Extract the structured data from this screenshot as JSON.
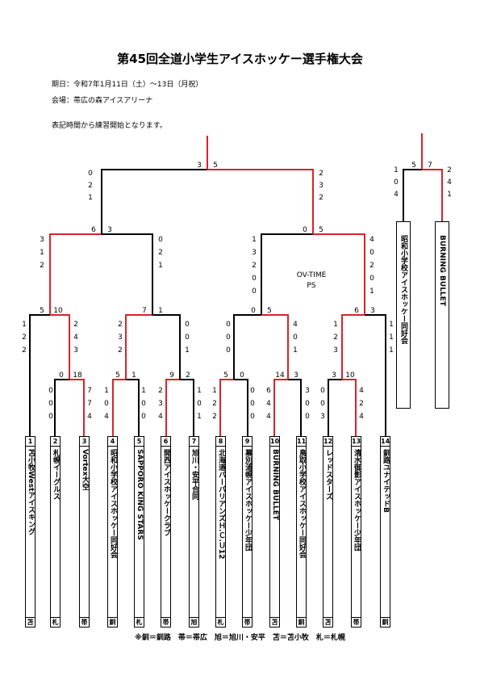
{
  "title": "第45回全道小学生アイスホッケー選手権大会",
  "dates": "期日：令和7年1月11日（土）～13日（月祝）",
  "venue": "会場：帯広の森アイスアリーナ",
  "note": "表記時間から練習開始となります。",
  "footnote": "※釧＝釧路　帯＝帯広　旭＝旭川・安平　苫＝苫小牧　札＝札幌",
  "overtime": "OV-TIME",
  "ps": "PS",
  "colors": {
    "winner_line": "#d6242a",
    "loser_line": "#000000"
  },
  "teams": [
    {
      "num": "1",
      "name": "苫小牧Westアイスキング",
      "reg": "苫"
    },
    {
      "num": "2",
      "name": "札幌イーグルス",
      "reg": "札"
    },
    {
      "num": "3",
      "name": "Vortex大空",
      "reg": "帯"
    },
    {
      "num": "4",
      "name": "昭和小学校アイスホッケー同好会",
      "reg": "釧"
    },
    {
      "num": "5",
      "name": "SAPPORO KING STARS",
      "reg": "札"
    },
    {
      "num": "6",
      "name": "開西アイスホッケークラブ",
      "reg": "帯"
    },
    {
      "num": "7",
      "name": "旭川・安平合同",
      "reg": "旭"
    },
    {
      "num": "8",
      "name": "北海道バーバリアンズＨ.Ｃ.Ｕ12",
      "reg": "札"
    },
    {
      "num": "9",
      "name": "幕別浦幌アイスホッケー少年団",
      "reg": "帯"
    },
    {
      "num": "10",
      "name": "BURNING BULLET",
      "reg": "苫"
    },
    {
      "num": "11",
      "name": "鳥取小学校アイスホッケー同好会",
      "reg": "釧"
    },
    {
      "num": "12",
      "name": "レッドスターズ",
      "reg": "苫"
    },
    {
      "num": "13",
      "name": "清水御影アイスホッケー少年団",
      "reg": "帯"
    },
    {
      "num": "14",
      "name": "釧路ユナイテッドB",
      "reg": "釧"
    }
  ],
  "extra_match": {
    "team_left": "昭和小学校アイスホッケー同好会",
    "team_right": "BURNING BULLET"
  },
  "scores": {
    "r1_m1_left": "0",
    "r1_m1_right": "18",
    "r1_m1_left_periods": [
      "0",
      "0",
      "0"
    ],
    "r1_m1_right_periods": [
      "7",
      "7",
      "4"
    ],
    "r1_m2_left": "5",
    "r1_m2_right": "1",
    "r1_m2_left_periods": [
      "1",
      "0",
      "4"
    ],
    "r1_m2_right_periods": [
      "1",
      "0",
      "0"
    ],
    "r1_m3_left": "9",
    "r1_m3_right": "2",
    "r1_m3_left_periods": [
      "2",
      "3",
      "4"
    ],
    "r1_m3_right_periods": [
      "1",
      "0",
      "1"
    ],
    "r1_m4_left": "5",
    "r1_m4_right": "0",
    "r1_m4_left_periods": [
      "1",
      "2",
      "2"
    ],
    "r1_m4_right_periods": [
      "0",
      "0",
      "0"
    ],
    "r1_m5_left": "14",
    "r1_m5_right": "3",
    "r1_m5_left_periods": [
      "6",
      "4",
      "4"
    ],
    "r1_m5_right_periods": [
      "3",
      "0",
      "0"
    ],
    "r1_m6_left": "3",
    "r1_m6_right": "10",
    "r1_m6_left_periods": [
      "0",
      "0",
      "3"
    ],
    "r1_m6_right_periods": [
      "4",
      "2",
      "4"
    ],
    "qf_m1_left": "5",
    "qf_m1_right": "10",
    "qf_m1_left_periods": [
      "1",
      "2",
      "2"
    ],
    "qf_m1_right_periods": [
      "2",
      "4",
      "3"
    ],
    "qf_m2_left": "7",
    "qf_m2_right": "1",
    "qf_m2_left_periods": [
      "2",
      "3",
      "2"
    ],
    "qf_m2_right_periods": [
      "0",
      "0",
      "1"
    ],
    "qf_m3_left": "0",
    "qf_m3_right": "5",
    "qf_m3_left_periods": [
      "0",
      "0",
      "0"
    ],
    "qf_m3_right_periods": [
      "4",
      "0",
      "1"
    ],
    "qf_m4_left": "6",
    "qf_m4_right": "3",
    "qf_m4_left_periods": [
      "1",
      "2",
      "3"
    ],
    "qf_m4_right_periods": [
      "1",
      "1",
      "1"
    ],
    "sf_m1_left": "6",
    "sf_m1_right": "3",
    "sf_m1_left_periods": [
      "3",
      "1",
      "2"
    ],
    "sf_m1_right_periods": [
      "0",
      "2",
      "1"
    ],
    "sf_m2_left": "0",
    "sf_m2_right": "5",
    "sf_m2_left_periods": [
      "1",
      "3",
      "2",
      "0",
      "0"
    ],
    "sf_m2_right_periods": [
      "4",
      "0",
      "2",
      "0",
      "1"
    ],
    "final_left": "3",
    "final_right": "5",
    "final_left_periods": [
      "0",
      "2",
      "1"
    ],
    "final_right_periods": [
      "2",
      "3",
      "2"
    ],
    "extra_left": "5",
    "extra_right": "7",
    "extra_left_periods": [
      "1",
      "0",
      "4"
    ],
    "extra_right_periods": [
      "2",
      "4",
      "1"
    ]
  }
}
